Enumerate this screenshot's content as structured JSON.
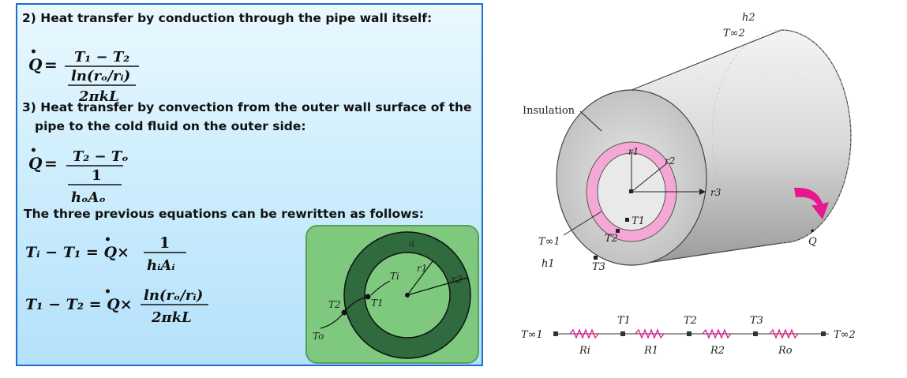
{
  "left_panel": {
    "heading_conduction": "2) Heat transfer by conduction through the pipe wall itself:",
    "heading_convection_line1": "3) Heat transfer by convection from the outer wall surface of the",
    "heading_convection_line2": "pipe to the cold fluid on the outer side:",
    "rewrite_intro": "The three previous equations can be rewritten as follows:",
    "eq_conduction": {
      "lhs": "Q",
      "numerator": "T₁ − T₂",
      "mid": "ln(rₒ/rᵢ)",
      "denominator": "2πkL"
    },
    "eq_convection": {
      "lhs": "Q",
      "numerator": "T₂ − Tₒ",
      "mid": "1",
      "denominator": "hₒAₒ"
    },
    "eq_rewrite_1": {
      "lhs": "Tᵢ − T₁ = Q×",
      "numerator": "1",
      "denominator": "hᵢAᵢ"
    },
    "eq_rewrite_2": {
      "lhs": "T₁ − T₂ = Q×",
      "numerator": "ln(rₒ/rᵢ)",
      "denominator": "2πkL"
    }
  },
  "inset_diagram": {
    "label_a": "a",
    "label_ti": "Ti",
    "label_r1": "r1",
    "label_r2": "r2",
    "label_t1": "T1",
    "label_t2": "T2",
    "label_to": "To",
    "bg_color": "#7fc97f",
    "ring_color": "#2f6b3f"
  },
  "cylinder_diagram": {
    "label_h2": "h2",
    "label_tinf2": "T∞2",
    "label_insulation": "Insulation",
    "label_r1": "r1",
    "label_r2": "r2",
    "label_r3": "r3",
    "label_t1": "T1",
    "label_t2": "T2",
    "label_t3": "T3",
    "label_tinf1": "T∞1",
    "label_h1": "h1",
    "label_q": "Q"
  },
  "resistance_network": {
    "left_end": "T∞1",
    "right_end": "T∞2",
    "nodes": [
      "T1",
      "T2",
      "T3"
    ],
    "resistors": [
      "Ri",
      "R1",
      "R2",
      "Ro"
    ]
  }
}
